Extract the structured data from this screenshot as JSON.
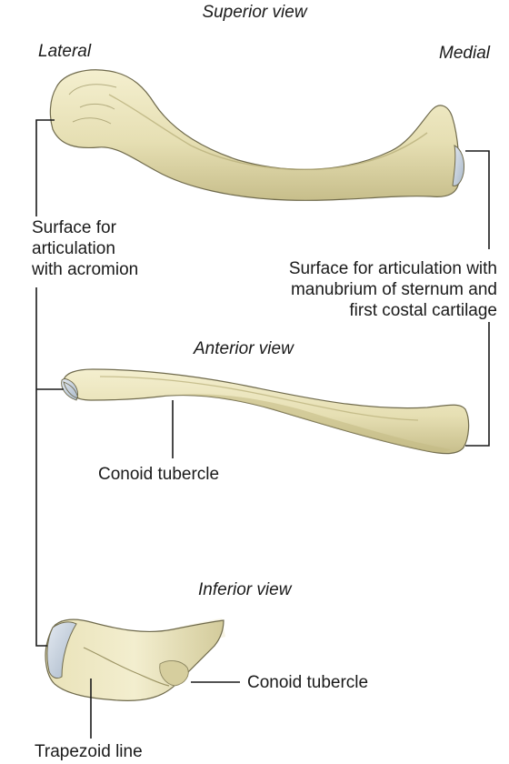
{
  "views": {
    "superior": "Superior view",
    "anterior": "Anterior view",
    "inferior": "Inferior view"
  },
  "orientation": {
    "lateral": "Lateral",
    "medial": "Medial"
  },
  "labels": {
    "acromion_line1": "Surface for",
    "acromion_line2": "articulation",
    "acromion_line3": "with acromion",
    "sternum_line1": "Surface for articulation with",
    "sternum_line2": "manubrium of sternum and",
    "sternum_line3": "first costal cartilage",
    "conoid_anterior": "Conoid tubercle",
    "conoid_inferior": "Conoid tubercle",
    "trapezoid": "Trapezoid line"
  },
  "colors": {
    "bone_fill": "#ece6bf",
    "bone_shade": "#c9c190",
    "bone_outline": "#6f6a4c",
    "articular_surface": "#c8d3e0",
    "leader_line": "#1a1a1a"
  }
}
